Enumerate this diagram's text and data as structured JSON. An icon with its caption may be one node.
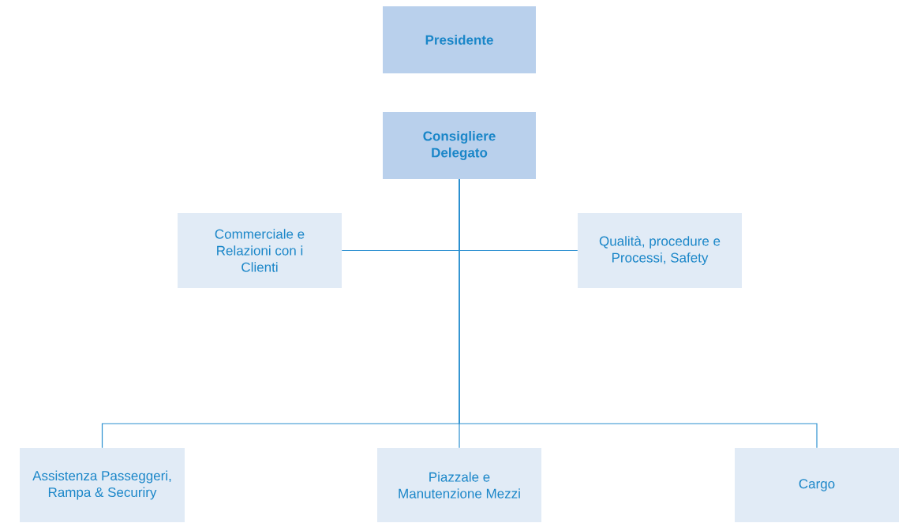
{
  "diagram": {
    "nodes": [
      {
        "text": [
          "Presidente"
        ]
      },
      {
        "text": [
          "Consigliere Delegato"
        ]
      },
      {
        "text": [
          "Commerciale e Relazioni con i Clienti"
        ]
      },
      {
        "text": [
          "Qualità, procedure e Processi, Safety"
        ]
      },
      {
        "text": [
          "Assistenza Passeggeri, Rampa & Securiry"
        ]
      },
      {
        "text": [
          "Piazzale e Manutenzione Mezzi"
        ]
      },
      {
        "text": [
          "Cargo"
        ]
      }
    ],
    "edges": [
      {
        "from": 1,
        "to": 2,
        "arrow": "none"
      },
      {
        "from": 1,
        "to": 3,
        "arrow": "none"
      },
      {
        "from": 1,
        "to": 4,
        "arrow": "none"
      },
      {
        "from": 1,
        "to": 5,
        "arrow": "none"
      },
      {
        "from": 1,
        "to": 6,
        "arrow": "none"
      }
    ]
  }
}
